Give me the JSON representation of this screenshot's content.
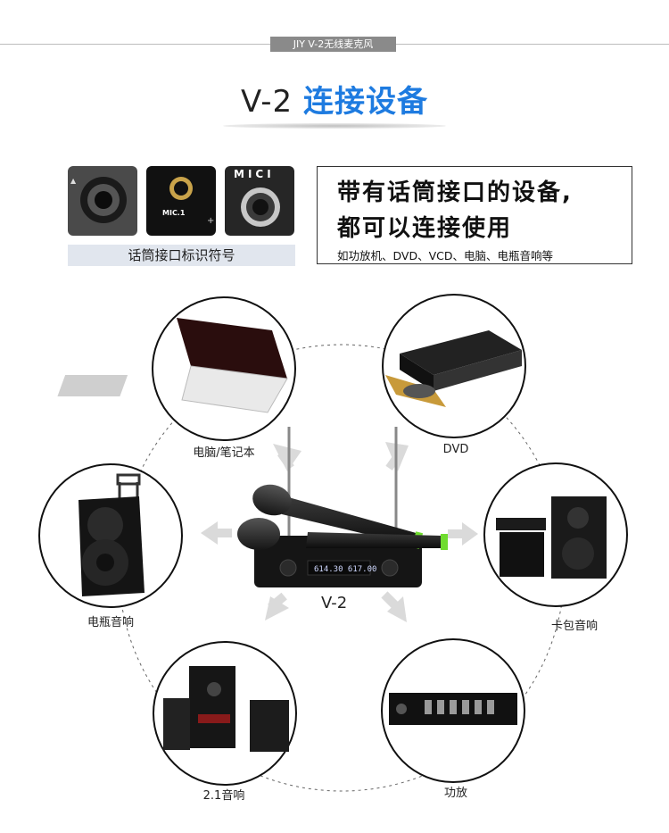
{
  "header": {
    "tag": "JIY V-2无线麦克风",
    "title_prefix": "V-2 ",
    "title_main": "连接设备"
  },
  "jacks": {
    "mic_label_1": "MIC.1",
    "mic_label_2": "MICI",
    "caption": "话筒接口标识符号"
  },
  "info": {
    "line1": "带有话筒接口的设备,",
    "line2": "都可以连接使用",
    "line3": "如功放机、DVD、VCD、电脑、电瓶音响等"
  },
  "center": {
    "label": "V-2"
  },
  "devices": [
    {
      "id": "laptop",
      "label": "电脑/笔记本"
    },
    {
      "id": "dvd",
      "label": "DVD"
    },
    {
      "id": "karaoke",
      "label": "卡包音响"
    },
    {
      "id": "amp",
      "label": "功放"
    },
    {
      "id": "speaker21",
      "label": "2.1音响"
    },
    {
      "id": "battery",
      "label": "电瓶音响"
    }
  ],
  "colors": {
    "accent": "#1e7be0",
    "tag_bg": "#8a8a8a",
    "caption_bg": "#e1e6ee",
    "arrow": "#d9d9d9",
    "mic_tip": "#6fdc2f"
  }
}
